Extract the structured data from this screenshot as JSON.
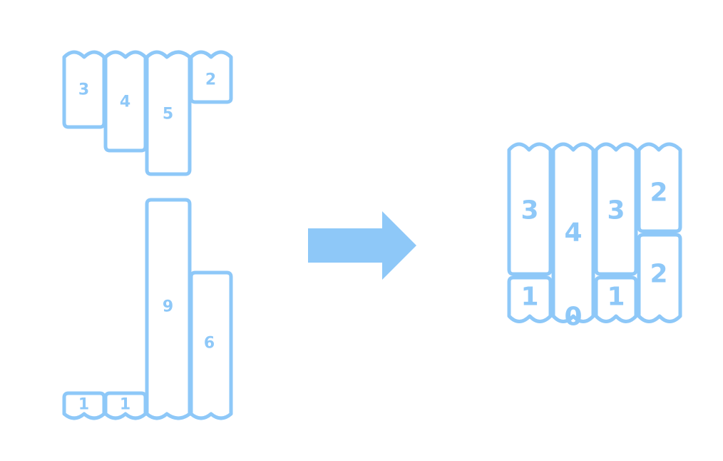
{
  "colors": {
    "bar": "#8ec8f8"
  },
  "left_top_group": {
    "bars": [
      {
        "label": "3"
      },
      {
        "label": "4"
      },
      {
        "label": "5"
      },
      {
        "label": "2"
      }
    ]
  },
  "left_bottom_group": {
    "bars": [
      {
        "label": "1"
      },
      {
        "label": "1"
      },
      {
        "label": "9"
      },
      {
        "label": "6"
      }
    ]
  },
  "arrow": {
    "icon": "right-arrow-icon"
  },
  "right_group": {
    "bars": [
      {
        "label": "3"
      },
      {
        "label": "1"
      },
      {
        "label": "4"
      },
      {
        "label": "0"
      },
      {
        "label": "3"
      },
      {
        "label": "1"
      },
      {
        "label": "2"
      },
      {
        "label": "2"
      }
    ]
  }
}
